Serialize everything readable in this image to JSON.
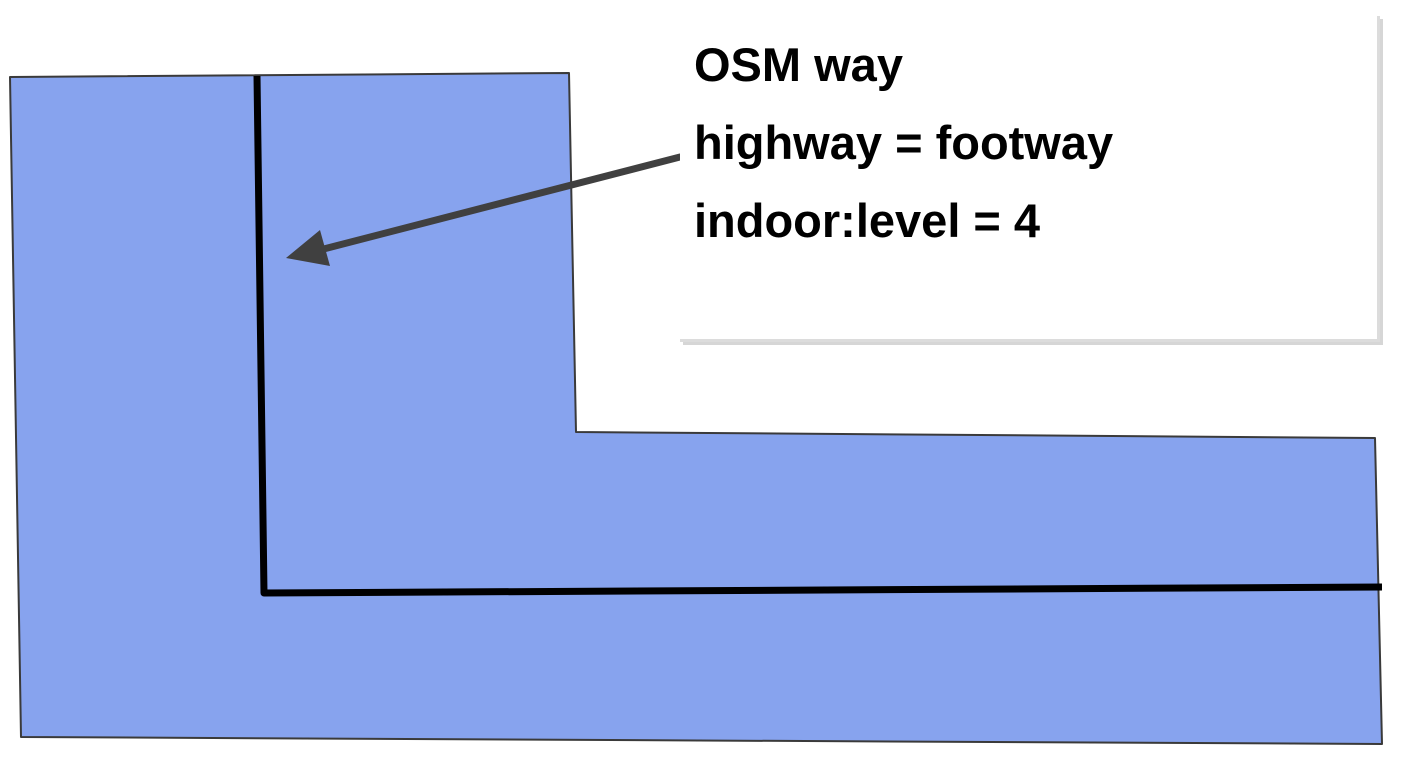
{
  "colors": {
    "area_fill": "#87a3ee",
    "area_stroke": "#3a3a3a",
    "way_line": "#000000",
    "arrow": "#404040",
    "box_shadow": "#d6d6d6"
  },
  "annotation": {
    "lines": [
      "OSM way",
      "highway = footway",
      "indoor:level = 4"
    ]
  },
  "icons": {
    "pointer": "arrow-pointer-icon"
  }
}
